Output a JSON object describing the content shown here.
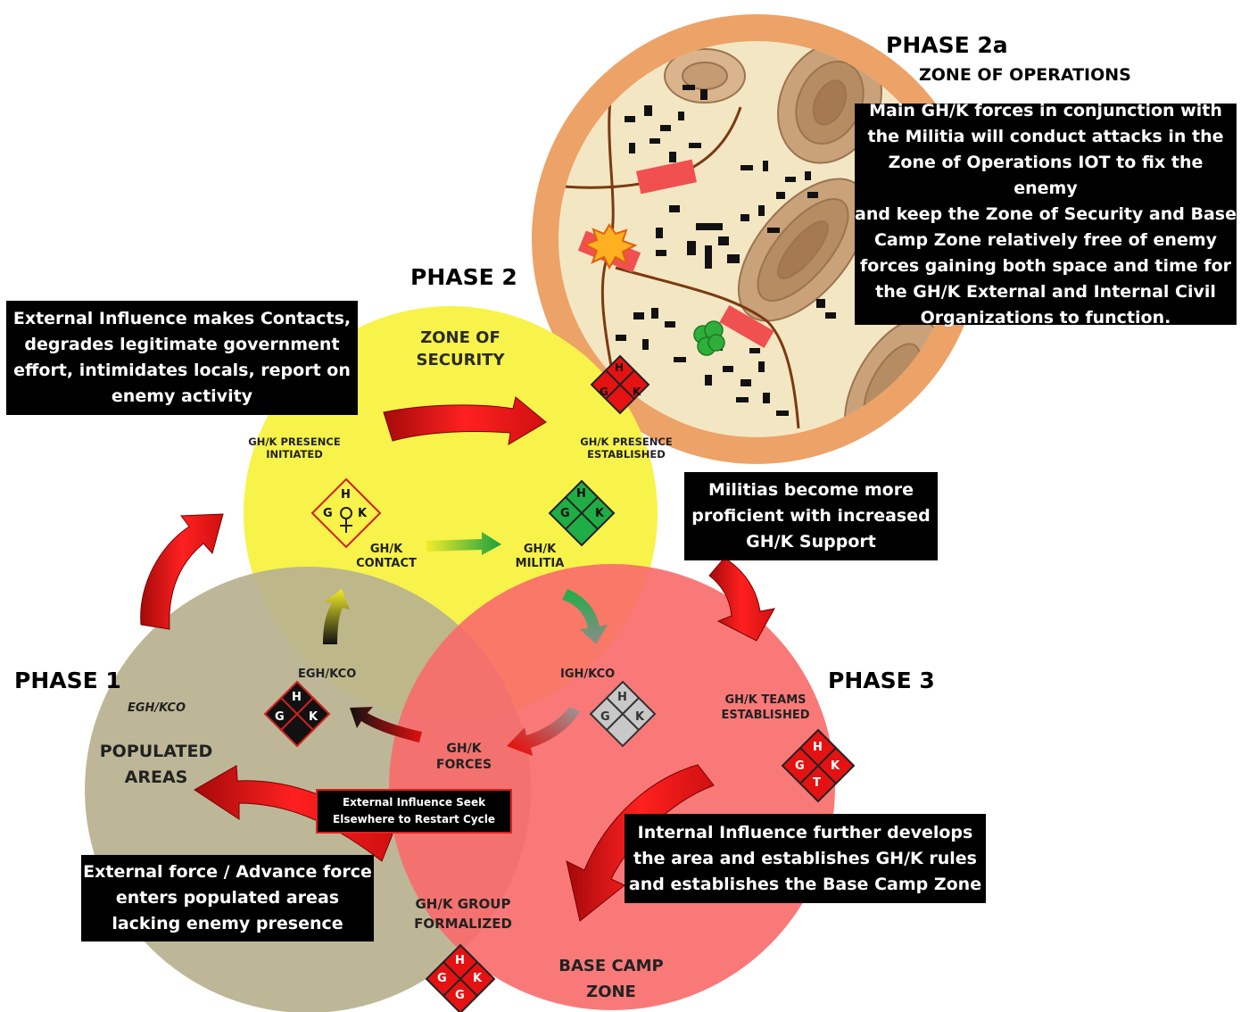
{
  "phases": {
    "phase1": "PHASE 1",
    "phase2": "PHASE 2",
    "phase2a": "PHASE 2a",
    "phase3": "PHASE 3"
  },
  "zones": {
    "zone_of_operations": "ZONE OF OPERATIONS",
    "zone_of_security": [
      "ZONE OF",
      "SECURITY"
    ],
    "populated_areas": [
      "POPULATED",
      "AREAS"
    ],
    "base_camp_zone": [
      "BASE CAMP",
      "ZONE"
    ]
  },
  "callouts": {
    "external_influence": [
      "External Influence makes Contacts,",
      "degrades legitimate government",
      "effort, intimidates locals,  report on",
      "enemy activity"
    ],
    "main_forces": [
      "Main GH/K forces in conjunction with",
      "the Militia will conduct attacks in the",
      "Zone of Operations IOT to fix the enemy",
      "and keep the Zone of Security and Base",
      "Camp Zone relatively free of enemy",
      "forces gaining both space and time for",
      "the GH/K External and Internal Civil",
      "Organizations to function."
    ],
    "militias": [
      "Militias  become more",
      "proficient  with increased",
      "GH/K Support"
    ],
    "external_force": [
      "External force / Advance force",
      "enters populated areas",
      "lacking enemy presence"
    ],
    "internal_influence": [
      "Internal Influence further develops",
      "the area and establishes GH/K rules",
      "and establishes the Base Camp Zone"
    ],
    "restart_cycle": [
      "External Influence Seek",
      "Elsewhere to Restart Cycle"
    ]
  },
  "labels": {
    "presence_initiated": [
      "GH/K PRESENCE",
      "INITIATED"
    ],
    "presence_established": [
      "GH/K PRESENCE",
      "ESTABLISHED"
    ],
    "contact": [
      "GH/K",
      "CONTACT"
    ],
    "militia": [
      "GH/K",
      "MILITIA"
    ],
    "egh_kco_upper": "EGH/KCO",
    "egh_kco_left": "EGH/KCO",
    "igh_kco": "IGH/KCO",
    "forces": [
      "GH/K",
      "FORCES"
    ],
    "teams_established": [
      "GH/K TEAMS",
      "ESTABLISHED"
    ],
    "group_formalized": [
      "GH/K GROUP",
      "FORMALIZED"
    ]
  },
  "diamond_letters": {
    "h": "H",
    "g": "G",
    "k": "K",
    "t": "T"
  },
  "colors": {
    "yellow_circle": "#f7f34a",
    "tan_circle": "#b8b18f",
    "red_circle": "#f86a6a",
    "map_ring": "#eda267",
    "map_fill": "#f3e6c3",
    "arrow_red": "#e10f12",
    "box_black": "#000000"
  },
  "icons": [
    "red-arrow",
    "green-arrow",
    "yellow-arrow",
    "black-arrow",
    "grey-arrow",
    "gh-k-diamond",
    "explosion-icon",
    "tree-icon",
    "building-icon"
  ]
}
